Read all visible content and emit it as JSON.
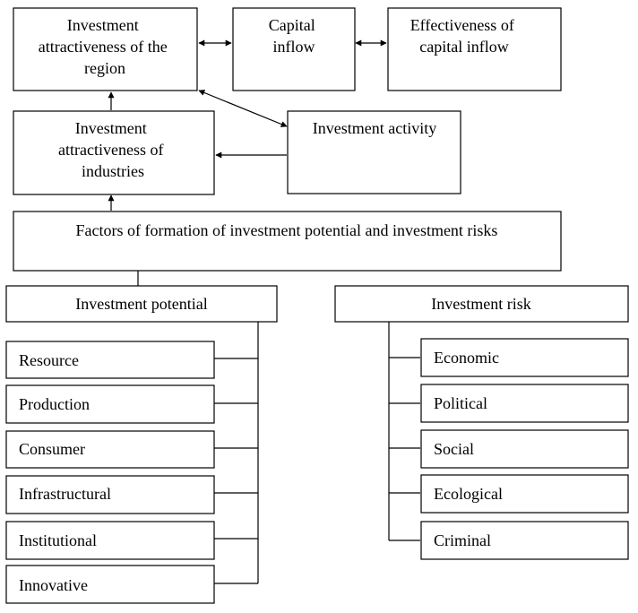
{
  "diagram": {
    "top_row": {
      "region_attractiveness": [
        "Investment",
        "attractiveness of the",
        "region"
      ],
      "capital_inflow": [
        "Capital",
        "inflow"
      ],
      "capital_effectiveness": [
        "Effectiveness of",
        "capital inflow"
      ]
    },
    "industries_attractiveness": [
      "Investment",
      "attractiveness of",
      "industries"
    ],
    "investment_activity": "Investment activity",
    "factors": "Factors of formation of investment potential and investment risks",
    "investment_potential": {
      "title": "Investment potential",
      "items": [
        "Resource",
        "Production",
        "Consumer",
        "Infrastructural",
        "Institutional",
        "Innovative"
      ]
    },
    "investment_risk": {
      "title": "Investment risk",
      "items": [
        "Economic",
        "Political",
        "Social",
        "Ecological",
        "Criminal"
      ]
    }
  }
}
